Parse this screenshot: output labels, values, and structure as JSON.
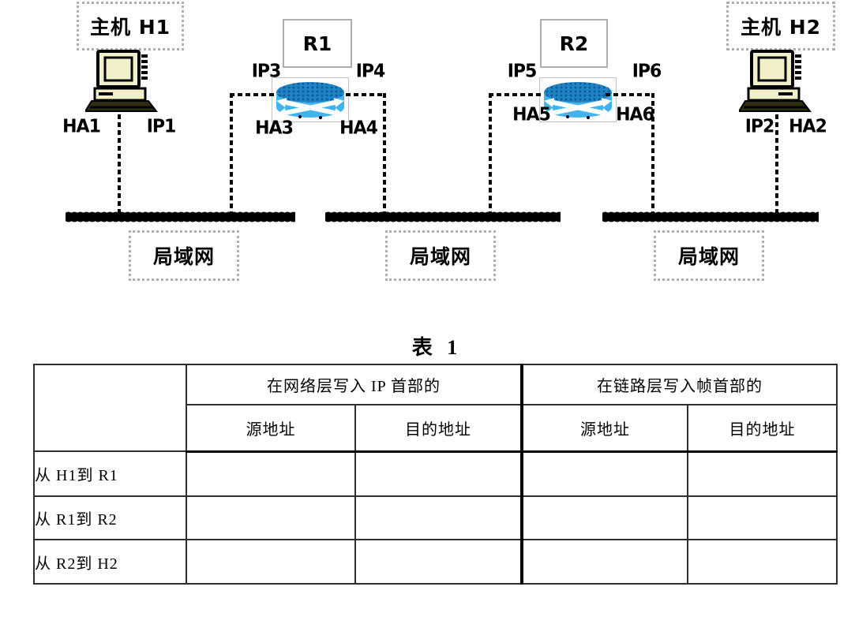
{
  "diagram": {
    "host1": {
      "title": "主机 H1",
      "addr_left": "HA1",
      "addr_right": "IP1",
      "icon": "computer-icon"
    },
    "host2": {
      "title": "主机 H2",
      "addr_left": "IP2",
      "addr_right": "HA2",
      "icon": "computer-icon"
    },
    "router1": {
      "title": "R1",
      "ip_left": "IP3",
      "ip_right": "IP4",
      "ha_left": "HA3",
      "ha_right": "HA4",
      "icon": "router-icon"
    },
    "router2": {
      "title": "R2",
      "ip_left": "IP5",
      "ip_right": "IP6",
      "ha_left": "HA5",
      "ha_right": "HA6",
      "icon": "router-icon"
    },
    "lan1": {
      "label": "局域网"
    },
    "lan2": {
      "label": "局域网"
    },
    "lan3": {
      "label": "局域网"
    }
  },
  "table": {
    "title": "表 1",
    "corner": "",
    "groups": [
      {
        "label": "在网络层写入 IP 首部的"
      },
      {
        "label": "在链路层写入帧首部的"
      }
    ],
    "subheaders": [
      "源地址",
      "目的地址",
      "源地址",
      "目的地址"
    ],
    "rows": [
      {
        "label": "从 H1到 R1",
        "cells": [
          "",
          "",
          "",
          ""
        ]
      },
      {
        "label": "从 R1到 R2",
        "cells": [
          "",
          "",
          "",
          ""
        ]
      },
      {
        "label": "从 R2到 H2",
        "cells": [
          "",
          "",
          "",
          ""
        ]
      }
    ]
  },
  "colors": {
    "router_top": "#1f83c4",
    "router_body": "#41b4ee",
    "computer_fill": "#f2f0c8",
    "line": "#000000",
    "box_border": "#aeaeae",
    "table_border": "#2e2e2e"
  }
}
